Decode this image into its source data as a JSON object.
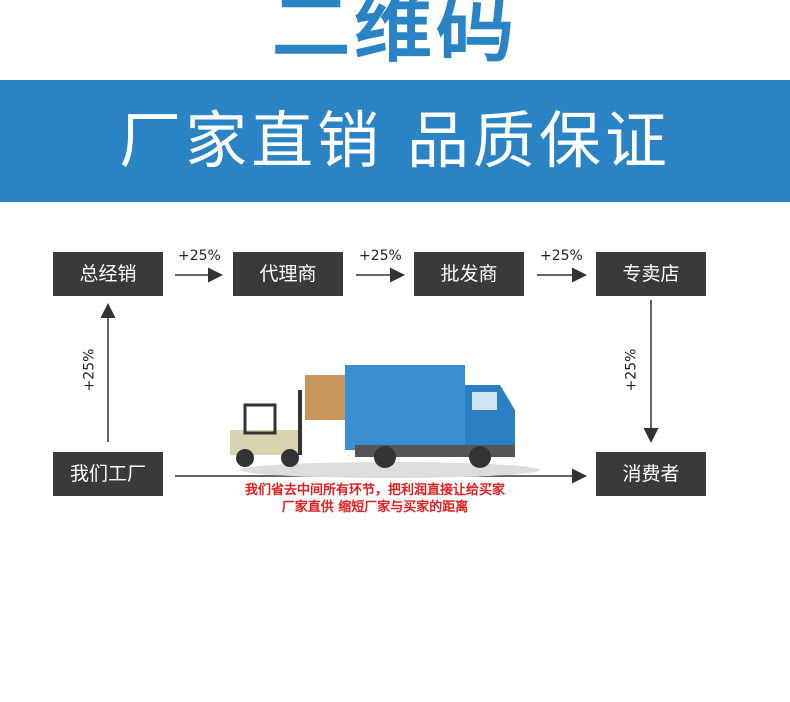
{
  "title": "二维码",
  "banner": "厂家直销 品质保证",
  "flow": {
    "dealer": "总经销",
    "agent": "代理商",
    "wholesaler": "批发商",
    "store": "专卖店",
    "factory": "我们工厂",
    "consumer": "消费者"
  },
  "markup": "+25%",
  "note": {
    "line1": "我们省去中间所有环节，把利润直接让给买家",
    "line2": "厂家直供 缩短厂家与买家的距离"
  },
  "colors": {
    "accent": "#2a83c4",
    "box": "#3a3a3a",
    "note": "#e02020"
  }
}
